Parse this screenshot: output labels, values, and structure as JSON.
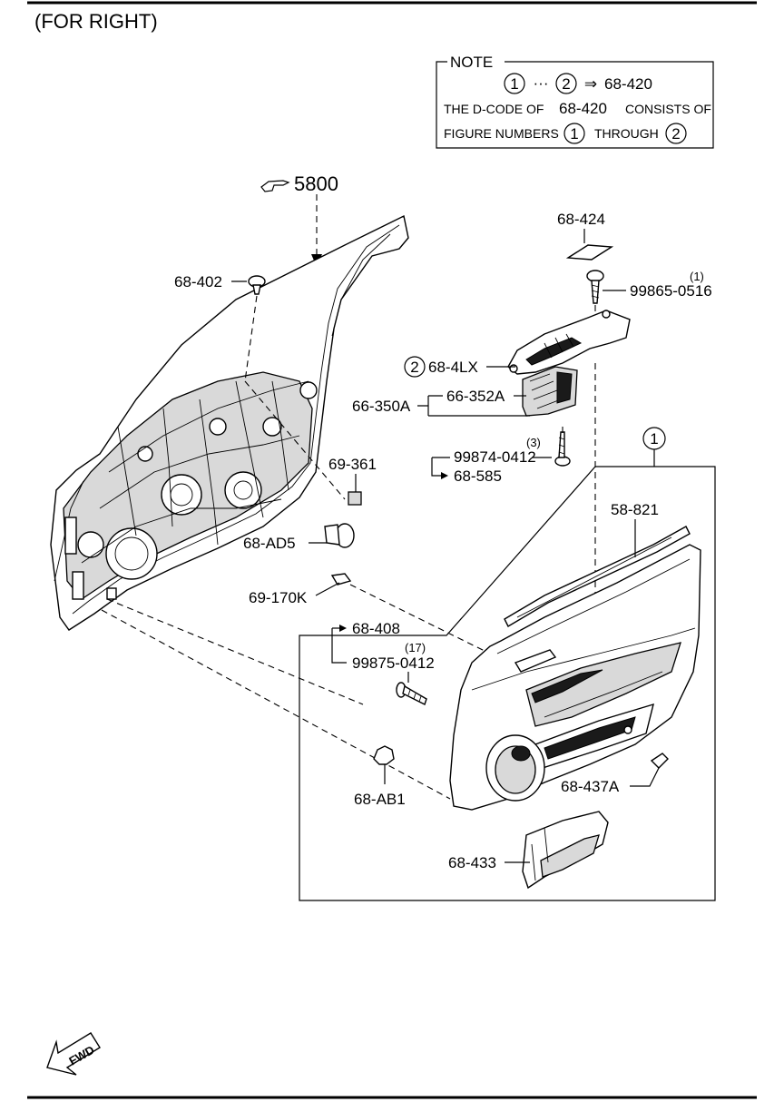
{
  "header": {
    "title": "(FOR RIGHT)"
  },
  "note": {
    "heading": "NOTE",
    "line1_from": "1",
    "line1_dots": "···",
    "line1_to": "2",
    "line1_arrow": "⇒",
    "line1_code": "68-420",
    "line2_prefix": "THE D-CODE OF",
    "line2_code": "68-420",
    "line2_suffix": "CONSISTS OF",
    "line3_prefix": "FIGURE NUMBERS",
    "line3_from": "1",
    "line3_mid": "THROUGH",
    "line3_to": "2"
  },
  "reference": {
    "icon": "pointing-hand-icon",
    "code": "5800"
  },
  "group_markers": {
    "marker_1": "1",
    "marker_2": "2"
  },
  "parts": {
    "p68_424": "68-424",
    "p99865_0516": "99865-0516",
    "p99865_qty": "(1)",
    "p68_402": "68-402",
    "p68_4LX": "68-4LX",
    "p66_350A": "66-350A",
    "p66_352A": "66-352A",
    "p99874_0412": "99874-0412",
    "p99874_qty": "(3)",
    "p68_585": "68-585",
    "p69_361": "69-361",
    "p68_AD5": "68-AD5",
    "p58_821": "58-821",
    "p69_170K": "69-170K",
    "p68_408": "68-408",
    "p99875_0412": "99875-0412",
    "p99875_qty": "(17)",
    "p68_AB1": "68-AB1",
    "p68_437A": "68-437A",
    "p68_433": "68-433"
  },
  "fwd": {
    "label": "FWD",
    "icon": "fwd-arrow-icon"
  }
}
